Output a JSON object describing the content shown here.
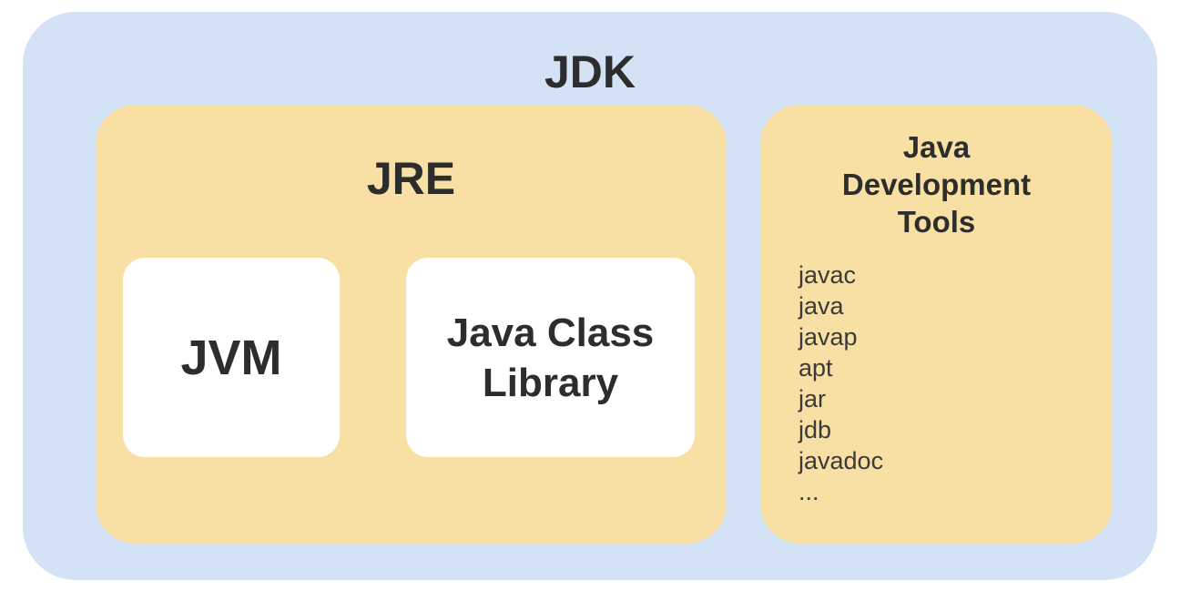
{
  "diagram": {
    "jdk_label": "JDK",
    "jre_label": "JRE",
    "jvm_label": "JVM",
    "class_library_label": "Java Class Library",
    "tools": {
      "title_lines": [
        "Java",
        "Development",
        "Tools"
      ],
      "items": [
        "javac",
        "java",
        "javap",
        "apt",
        "jar",
        "jdb",
        "javadoc",
        "..."
      ]
    }
  },
  "colors": {
    "page_background": "#ffffff",
    "jdk_background": "#d4e2f6",
    "jre_background": "#f8dfa3",
    "tools_background": "#f8dfa3",
    "inner_box_background": "#ffffff",
    "heading_text": "#2d2d2d",
    "list_text": "#3a3a3a"
  }
}
